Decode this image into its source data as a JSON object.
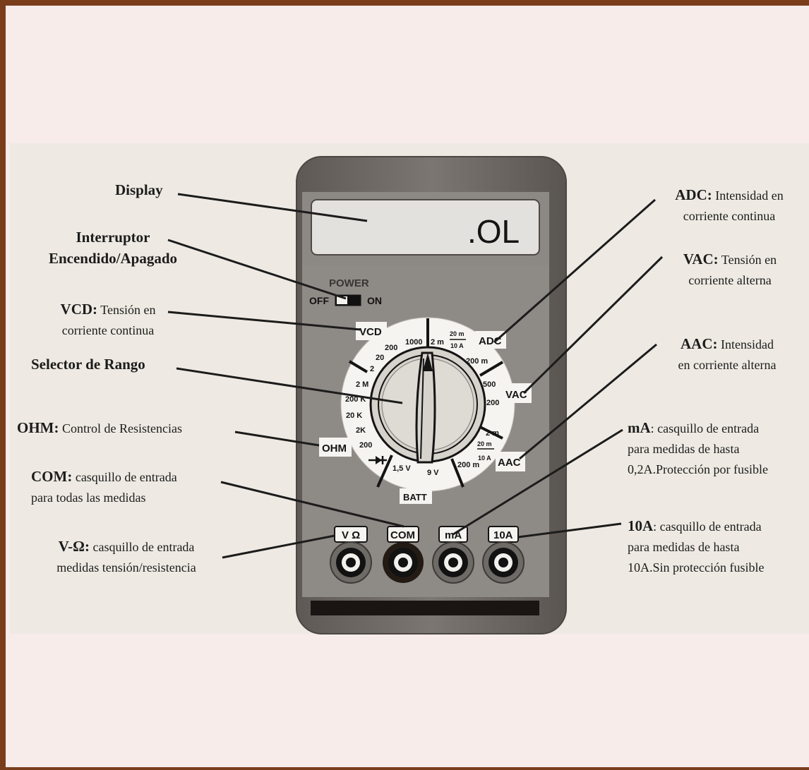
{
  "device": {
    "display_reading": ".OL",
    "power_label": "POWER",
    "off_label": "OFF",
    "on_label": "ON",
    "scale_labels": {
      "vcd": "VCD",
      "adc": "ADC",
      "vac": "VAC",
      "aac": "AAC",
      "ohm": "OHM",
      "batt": "BATT",
      "v1000": "1000",
      "v200": "200",
      "v20": "20",
      "v2": "2",
      "r2m": "2 M",
      "r200k": "200 K",
      "r20k": "20 K",
      "r2k": "2K",
      "r200": "200",
      "adc2m": "2 m",
      "adc20m": "20 m",
      "adc10a": "10 A",
      "adc200m": "200 m",
      "vac500": "500",
      "vac200": "200",
      "aac2m": "2 m",
      "aac20m": "20 m",
      "aac10a": "10 A",
      "aac200m": "200 m",
      "b15": "1,5 V",
      "b9": "9 V"
    },
    "jacks": [
      "V Ω",
      "COM",
      "mA",
      "10A"
    ],
    "colors": {
      "body": "#6f6a66",
      "face": "#8e8a86",
      "screen": "#e3e1dd",
      "jack_com": "#231a14"
    }
  },
  "labels": {
    "display": {
      "title": "Display"
    },
    "switch": {
      "line1": "Interruptor",
      "line2": "Encendido/Apagado"
    },
    "vcd": {
      "title": "VCD:",
      "text1": " Tensión en",
      "text2": "corriente continua"
    },
    "selector": {
      "title": "Selector de Rango"
    },
    "ohm": {
      "title": "OHM:",
      "text1": " Control de Resistencias"
    },
    "com": {
      "title": "COM:",
      "text1": " casquillo de entrada",
      "text2": "para todas las medidas"
    },
    "vohm": {
      "title": "V-Ω:",
      "text1": " casquillo de entrada",
      "text2": "medidas tensión/resistencia"
    },
    "adc": {
      "title": "ADC:",
      "text1": " Intensidad en",
      "text2": "corriente continua"
    },
    "vac": {
      "title": "VAC:",
      "text1": " Tensión en",
      "text2": "corriente alterna"
    },
    "aac": {
      "title": "AAC:",
      "text1": " Intensidad",
      "text2": "en corriente alterna"
    },
    "ma": {
      "title": "mA",
      "text1": ": casquillo de entrada",
      "text2": "para medidas de hasta",
      "text3": "0,2A.Protección por fusible"
    },
    "a10": {
      "title": "10A",
      "text1": ": casquillo de entrada",
      "text2": "para medidas de hasta",
      "text3": "10A.Sin protección fusible"
    }
  }
}
